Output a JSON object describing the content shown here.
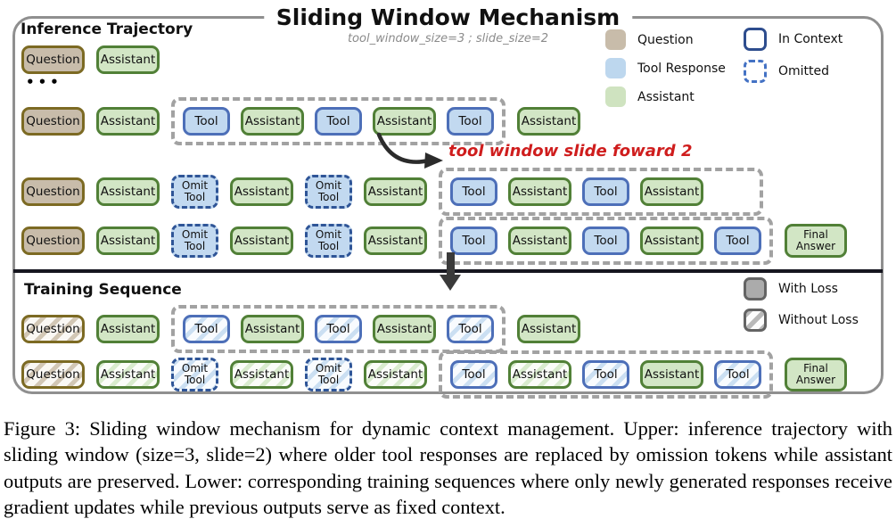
{
  "title": "Sliding Window Mechanism",
  "subtitle": "tool_window_size=3 ; slide_size=2",
  "slide_annotation": "tool window slide foward 2",
  "inference": {
    "heading": "Inference Trajectory",
    "ellipsis": "•••",
    "rows": [
      [
        {
          "type": "question",
          "label": "Question"
        },
        {
          "type": "assistant",
          "label": "Assistant"
        }
      ],
      [
        {
          "type": "question",
          "label": "Question"
        },
        {
          "type": "assistant",
          "label": "Assistant"
        },
        {
          "type": "window",
          "items": [
            {
              "type": "tool",
              "label": "Tool"
            },
            {
              "type": "assistant",
              "label": "Assistant"
            },
            {
              "type": "tool",
              "label": "Tool"
            },
            {
              "type": "assistant",
              "label": "Assistant"
            },
            {
              "type": "tool",
              "label": "Tool"
            }
          ]
        },
        {
          "type": "assistant",
          "label": "Assistant"
        }
      ],
      [
        {
          "type": "question",
          "label": "Question"
        },
        {
          "type": "assistant",
          "label": "Assistant"
        },
        {
          "type": "omit",
          "label": "Omit\nTool"
        },
        {
          "type": "assistant",
          "label": "Assistant"
        },
        {
          "type": "omit",
          "label": "Omit\nTool"
        },
        {
          "type": "assistant",
          "label": "Assistant"
        },
        {
          "type": "window",
          "items": [
            {
              "type": "tool",
              "label": "Tool"
            },
            {
              "type": "assistant",
              "label": "Assistant"
            },
            {
              "type": "tool",
              "label": "Tool"
            },
            {
              "type": "assistant",
              "label": "Assistant"
            },
            {
              "type": "spacer",
              "width": 42
            }
          ]
        }
      ],
      [
        {
          "type": "question",
          "label": "Question"
        },
        {
          "type": "assistant",
          "label": "Assistant"
        },
        {
          "type": "omit",
          "label": "Omit\nTool"
        },
        {
          "type": "assistant",
          "label": "Assistant"
        },
        {
          "type": "omit",
          "label": "Omit\nTool"
        },
        {
          "type": "assistant",
          "label": "Assistant"
        },
        {
          "type": "window",
          "items": [
            {
              "type": "tool",
              "label": "Tool"
            },
            {
              "type": "assistant",
              "label": "Assistant"
            },
            {
              "type": "tool",
              "label": "Tool"
            },
            {
              "type": "assistant",
              "label": "Assistant"
            },
            {
              "type": "tool",
              "label": "Tool"
            }
          ]
        },
        {
          "type": "final",
          "label": "Final\nAnswer"
        }
      ]
    ]
  },
  "training": {
    "heading": "Training Sequence",
    "rows": [
      [
        {
          "type": "question",
          "label": "Question",
          "hatched": true
        },
        {
          "type": "assistant",
          "label": "Assistant"
        },
        {
          "type": "window",
          "items": [
            {
              "type": "tool",
              "label": "Tool",
              "hatched": true
            },
            {
              "type": "assistant",
              "label": "Assistant"
            },
            {
              "type": "tool",
              "label": "Tool",
              "hatched": true
            },
            {
              "type": "assistant",
              "label": "Assistant"
            },
            {
              "type": "tool",
              "label": "Tool",
              "hatched": true
            }
          ]
        },
        {
          "type": "assistant",
          "label": "Assistant"
        }
      ],
      [
        {
          "type": "question",
          "label": "Question",
          "hatched": true
        },
        {
          "type": "assistant",
          "label": "Assistant",
          "hatched": true
        },
        {
          "type": "omit",
          "label": "Omit\nTool",
          "hatched": true
        },
        {
          "type": "assistant",
          "label": "Assistant",
          "hatched": true
        },
        {
          "type": "omit",
          "label": "Omit\nTool",
          "hatched": true
        },
        {
          "type": "assistant",
          "label": "Assistant",
          "hatched": true
        },
        {
          "type": "window",
          "items": [
            {
              "type": "tool",
              "label": "Tool",
              "hatched": true
            },
            {
              "type": "assistant",
              "label": "Assistant",
              "hatched": true
            },
            {
              "type": "tool",
              "label": "Tool",
              "hatched": true
            },
            {
              "type": "assistant",
              "label": "Assistant"
            },
            {
              "type": "tool",
              "label": "Tool",
              "hatched": true
            }
          ]
        },
        {
          "type": "final",
          "label": "Final\nAnswer"
        }
      ]
    ]
  },
  "legend_top": {
    "question": "Question",
    "tool_response": "Tool Response",
    "assistant": "Assistant",
    "in_context": "In Context",
    "omitted": "Omitted"
  },
  "legend_training": {
    "with_loss": "With Loss",
    "without_loss": "Without Loss"
  },
  "colors": {
    "question_fill": "#c8bcaa",
    "question_border": "#7c6a23",
    "assistant_fill": "#d2e6c5",
    "assistant_border": "#518037",
    "tool_fill": "#c2d9f0",
    "tool_border": "#4d6fb8",
    "omit_border": "#2f5597",
    "in_context_border": "#2e4d8e",
    "window_dash": "#a2a2a2",
    "with_loss_fill": "#ababab",
    "annotation_red": "#cf1d1d"
  },
  "caption": "Figure 3: Sliding window mechanism for dynamic context management. Upper: inference trajectory with sliding window (size=3, slide=2) where older tool responses are replaced by omission tokens while assistant outputs are preserved. Lower: corresponding training sequences where only newly generated responses receive gradient updates while previous outputs serve as fixed context."
}
